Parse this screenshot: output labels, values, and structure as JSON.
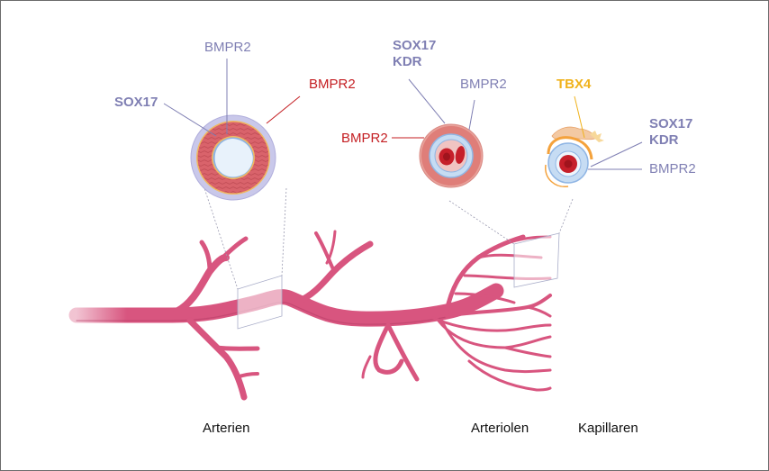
{
  "colors": {
    "label_purple": "#7f7fb3",
    "label_red": "#c41e22",
    "label_yellow": "#f0b21b",
    "vessel_pink": "#d8557f",
    "vessel_dark": "#b23a63",
    "media_red": "#d9636b",
    "endothelium_blue": "#c6dcf3",
    "adventitia_lavender": "#c9c8ea",
    "rbc_red": "#c61f2a",
    "pericyte_orange": "#f4a23c"
  },
  "cross_sections": {
    "artery": {
      "labels": {
        "top": "BMPR2",
        "left": "SOX17",
        "right": "BMPR2"
      }
    },
    "arteriole": {
      "labels": {
        "top_left_line1": "SOX17",
        "top_left_line2": "KDR",
        "top_right": "BMPR2",
        "left": "BMPR2"
      }
    },
    "capillary": {
      "labels": {
        "top": "TBX4",
        "right_line1": "SOX17",
        "right_line2": "KDR",
        "right_bottom": "BMPR2"
      }
    }
  },
  "vessel_tree": {
    "segments": [
      "Arterien",
      "Arteriolen",
      "Kapillaren"
    ]
  }
}
